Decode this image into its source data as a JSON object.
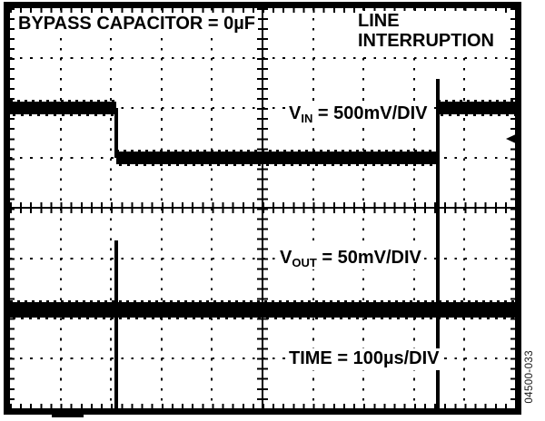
{
  "header": {
    "condition": "BYPASS CAPACITOR = 0µF",
    "event_line1": "LINE",
    "event_line2": "INTERRUPTION"
  },
  "trace_labels": {
    "vin": {
      "base": "V",
      "sub": "IN",
      "rest": " = 500mV/DIV"
    },
    "vout": {
      "base": "V",
      "sub": "OUT",
      "rest": " = 50mV/DIV"
    },
    "time": {
      "base": "TIME",
      "sub": "",
      "rest": " = 100µs/DIV"
    }
  },
  "figure_number": "04500-033",
  "colors": {
    "trace": "#000000",
    "grid": "#000000",
    "background": "#ffffff"
  },
  "chart_data": {
    "type": "line",
    "title": "Line interruption transient response, bypass capacitor = 0µF",
    "x_axis": {
      "label": "TIME",
      "scale": "100µs/DIV",
      "divisions": 10
    },
    "y_axes": [
      {
        "trace": "VIN",
        "scale": "500mV/DIV"
      },
      {
        "trace": "VOUT",
        "scale": "50mV/DIV"
      }
    ],
    "grid": {
      "x_divisions": 10,
      "y_divisions": 8,
      "minor_ticks_per_division": 5,
      "style": "dotted gridlines, solid center axes with minor ticks"
    },
    "series": [
      {
        "name": "VIN",
        "scale": "500mV/DIV",
        "band_thickness_px": 14,
        "description": "Input rail: high (2 div above center) until 2.1 div, drops 1 division (500mV) during the line interruption, recovers at 8.5 div with a brief overshoot spike",
        "points_div": [
          [
            0,
            2
          ],
          [
            2.11,
            2
          ],
          [
            2.11,
            3
          ],
          [
            8.47,
            3
          ],
          [
            8.47,
            1.42
          ],
          [
            8.47,
            2
          ],
          [
            10,
            2
          ]
        ]
      },
      {
        "name": "VOUT",
        "scale": "50mV/DIV",
        "band_thickness_px": 17,
        "description": "Regulated output: flat baseline 2 divisions below center with sharp transient spikes at the interruption edges",
        "baseline_div": 6.03,
        "spikes_div": [
          {
            "x": 2.11,
            "top": 4.64,
            "bottom": 8.02
          },
          {
            "x": 8.47,
            "top": 1.42,
            "bottom": 8.02
          }
        ]
      }
    ],
    "marker": {
      "shape": "left-arrow",
      "x_div": 9.82,
      "y_div": 2.62
    },
    "annotations": {
      "interruption_start_div": 2.11,
      "interruption_end_div": 8.47,
      "interruption_duration_us": 636,
      "vin_drop_mv": 500
    }
  }
}
